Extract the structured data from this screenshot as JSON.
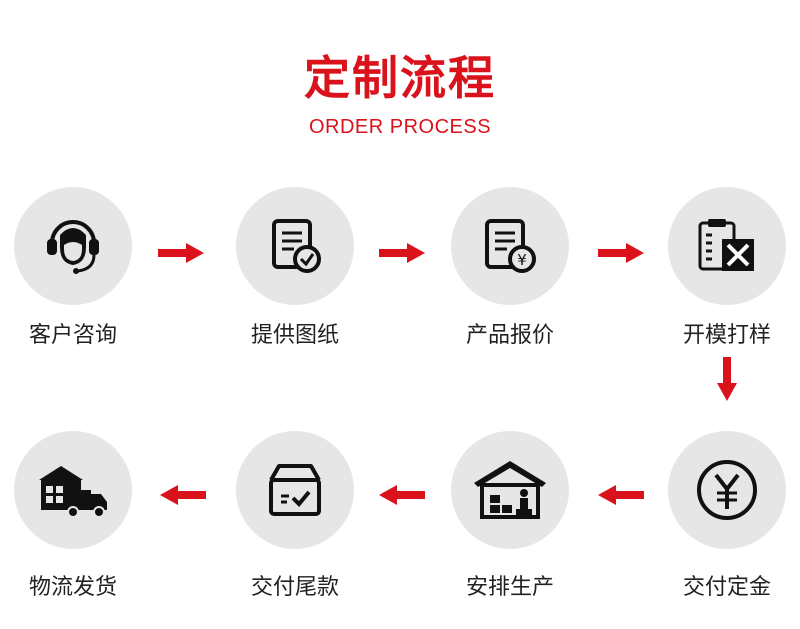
{
  "header": {
    "title": "定制流程",
    "subtitle": "ORDER PROCESS"
  },
  "accent_color": "#d9121c",
  "steps": [
    {
      "label": "客户咨询",
      "icon": "headset-agent-icon"
    },
    {
      "label": "提供图纸",
      "icon": "document-check-icon"
    },
    {
      "label": "产品报价",
      "icon": "document-yen-icon"
    },
    {
      "label": "开模打样",
      "icon": "clipboard-tools-icon"
    },
    {
      "label": "交付定金",
      "icon": "yen-coin-icon"
    },
    {
      "label": "安排生产",
      "icon": "warehouse-icon"
    },
    {
      "label": "交付尾款",
      "icon": "box-check-icon"
    },
    {
      "label": "物流发货",
      "icon": "delivery-truck-icon"
    }
  ]
}
